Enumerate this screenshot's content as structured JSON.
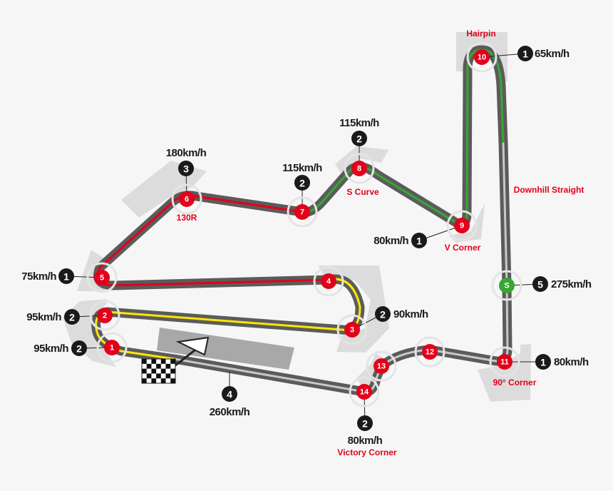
{
  "colors": {
    "track": "#5b5b5b",
    "runoff": "#dcdcdc",
    "turn": "#e2001a",
    "start_marker": "#3aa535",
    "gear": "#1a1a1a",
    "stripe_yellow": "#ffe600",
    "stripe_red": "#e2001a",
    "stripe_green": "#3aa535",
    "stripe_grey": "#c8c8c8"
  },
  "turns": [
    {
      "id": "1",
      "gear": "2",
      "speed": "95km/h"
    },
    {
      "id": "2",
      "gear": "2",
      "speed": "95km/h"
    },
    {
      "id": "3",
      "gear": "2",
      "speed": "90km/h"
    },
    {
      "id": "4"
    },
    {
      "id": "5",
      "gear": "1",
      "speed": "75km/h"
    },
    {
      "id": "6",
      "gear": "3",
      "speed": "180km/h",
      "name": "130R"
    },
    {
      "id": "7",
      "gear": "2",
      "speed": "115km/h"
    },
    {
      "id": "8",
      "gear": "2",
      "speed": "115km/h",
      "name": "S Curve"
    },
    {
      "id": "9",
      "gear": "1",
      "speed": "80km/h",
      "name": "V Corner"
    },
    {
      "id": "10",
      "gear": "1",
      "speed": "65km/h",
      "name": "Hairpin"
    },
    {
      "id": "11",
      "gear": "1",
      "speed": "80km/h",
      "name": "90° Corner"
    },
    {
      "id": "12"
    },
    {
      "id": "13"
    },
    {
      "id": "14",
      "gear": "2",
      "speed": "80km/h",
      "name": "Victory Corner"
    }
  ],
  "speed_trap": {
    "id": "S",
    "gear": "5",
    "speed": "275km/h",
    "name": "Downhill Straight"
  },
  "main_straight": {
    "gear": "4",
    "speed": "260km/h"
  },
  "icons": {
    "start": "checkered-flag-icon",
    "pit": "pit-direction-arrow"
  }
}
